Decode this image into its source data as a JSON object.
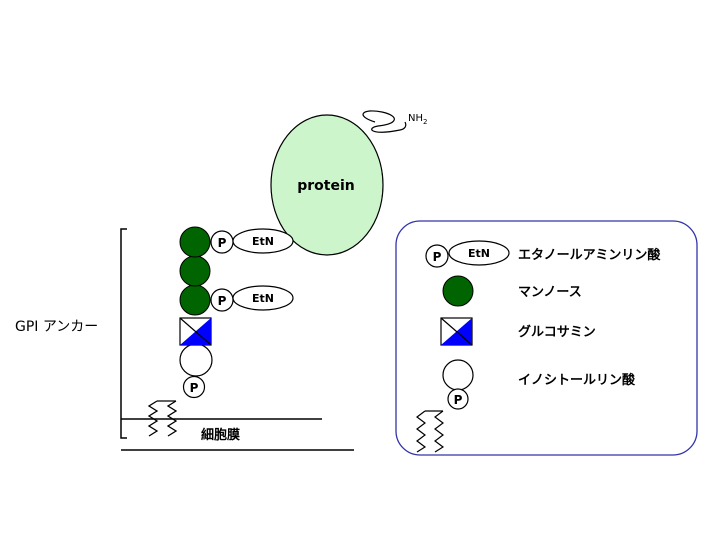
{
  "colors": {
    "mannose": "#006400",
    "glucosamine": "#0000ff",
    "protein": "#ccf5cc",
    "legend_border": "#3333aa",
    "line": "#000000",
    "background": "#ffffff"
  },
  "labels": {
    "gpi_anchor": "GPI アンカー",
    "membrane": "細胞膜",
    "protein": "protein",
    "nh2": "NH",
    "nh2_sub": "2",
    "phosphate": "P",
    "etn": "EtN"
  },
  "legend": {
    "items": [
      {
        "icon": "phosphoethanolamine-icon",
        "label": "エタノールアミンリン酸"
      },
      {
        "icon": "mannose-icon",
        "label": "マンノース"
      },
      {
        "icon": "glucosamine-icon",
        "label": "グルコサミン"
      },
      {
        "icon": "inositol-phosphate-icon",
        "label": "イノシトールリン酸"
      }
    ]
  }
}
